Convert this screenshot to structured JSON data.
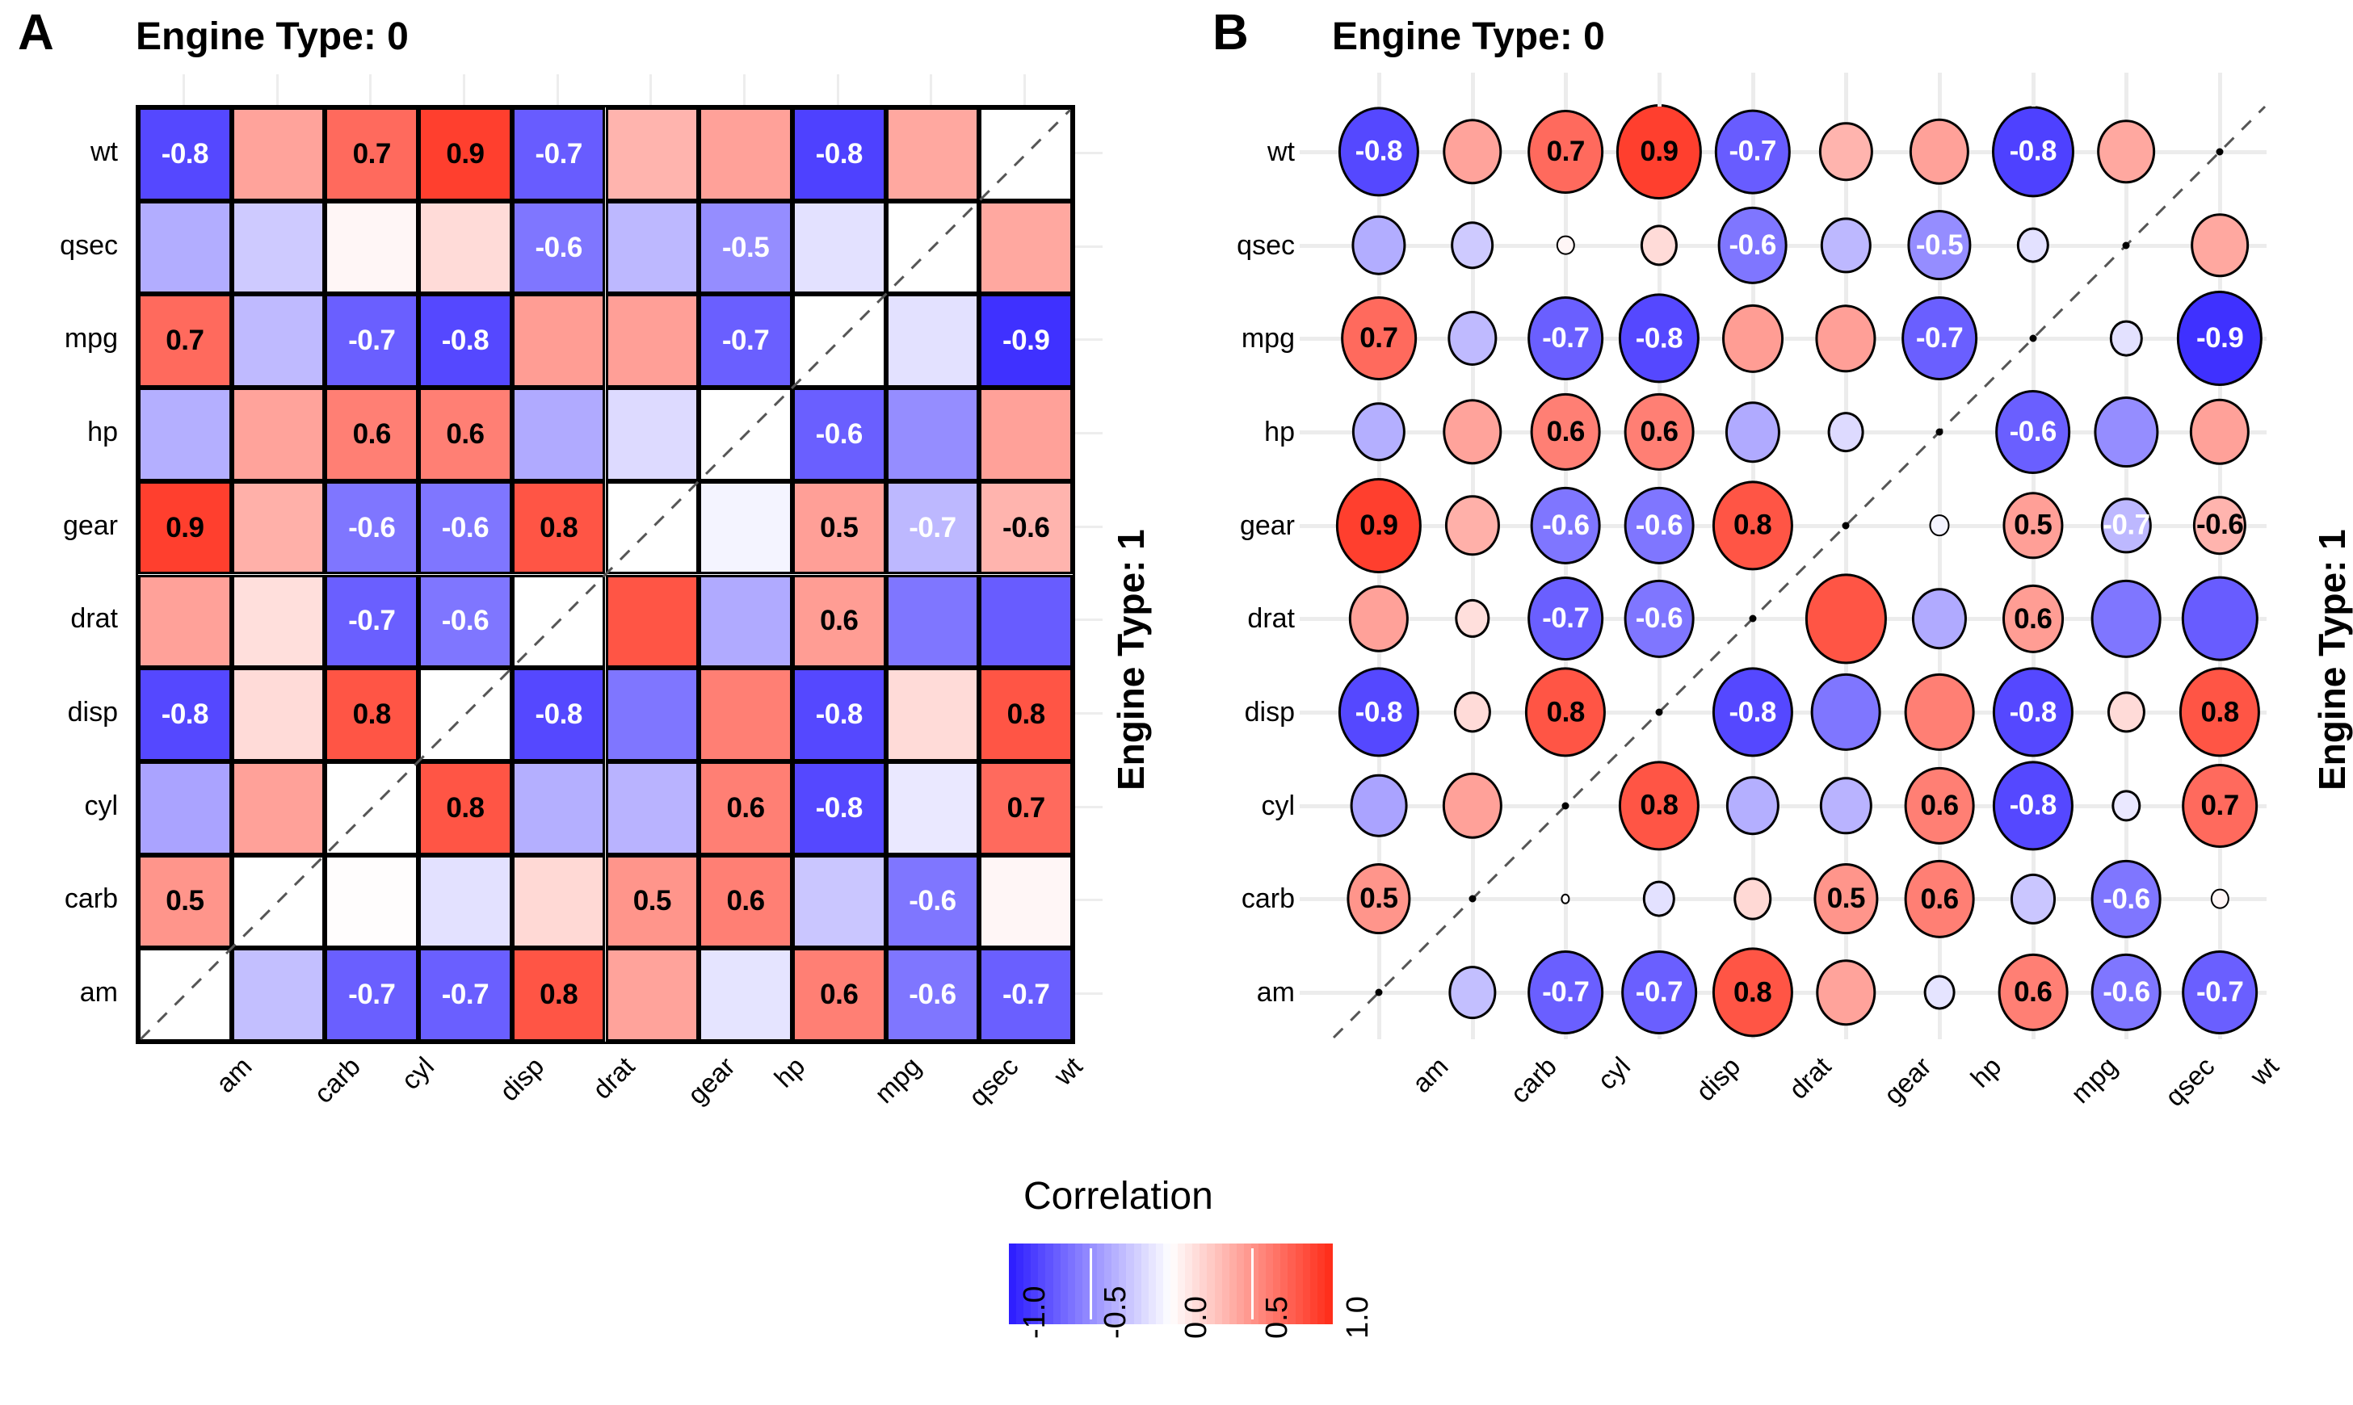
{
  "panels": [
    {
      "tag": "A",
      "facet_top": "Engine Type: 0",
      "facet_right": "Engine Type: 1",
      "type": "heatmap"
    },
    {
      "tag": "B",
      "facet_top": "Engine Type: 0",
      "facet_right": "Engine Type: 1",
      "type": "bubble"
    }
  ],
  "legend": {
    "title": "Correlation",
    "ticks": [
      "-1.0",
      "-0.5",
      "0.0",
      "0.5",
      "1.0"
    ],
    "low_color": "#2a1aff",
    "mid_color": "#ffffff",
    "high_color": "#ff2a17",
    "range": [
      -1.0,
      1.0
    ]
  },
  "colors": {
    "cell_border": "#000000",
    "gridline": "#ececec",
    "diagonal_line": "#555555",
    "label_text": "#000000",
    "positive_text": "#000000",
    "negative_text": "#ffffff"
  },
  "chart_data": {
    "type": "heatmap",
    "title": "Engine Type: 0",
    "subtitle": "Engine Type: 1",
    "xlabel": "",
    "ylabel": "",
    "legend_title": "Correlation",
    "legend_position": "bottom",
    "grid": false,
    "zlim": [
      -1.0,
      1.0
    ],
    "label_threshold": 0.5,
    "x_categories": [
      "am",
      "carb",
      "cyl",
      "disp",
      "drat",
      "gear",
      "hp",
      "mpg",
      "qsec",
      "wt"
    ],
    "y_categories": [
      "wt",
      "qsec",
      "mpg",
      "hp",
      "gear",
      "drat",
      "disp",
      "cyl",
      "carb",
      "am"
    ],
    "matrix": [
      [
        -0.8,
        0.43,
        0.7,
        0.9,
        -0.71,
        0.35,
        0.44,
        -0.83,
        0.41,
        null
      ],
      [
        -0.36,
        -0.23,
        0.04,
        0.17,
        -0.6,
        -0.31,
        -0.5,
        -0.13,
        null,
        0.41
      ],
      [
        0.7,
        -0.3,
        -0.7,
        -0.8,
        0.46,
        0.45,
        -0.7,
        null,
        -0.13,
        -0.9
      ],
      [
        -0.35,
        0.43,
        0.6,
        0.6,
        -0.37,
        -0.16,
        null,
        -0.7,
        -0.5,
        0.44
      ],
      [
        0.9,
        0.37,
        -0.6,
        -0.6,
        0.8,
        null,
        -0.05,
        0.45,
        -0.31,
        0.35
      ],
      [
        0.44,
        0.15,
        -0.7,
        -0.6,
        null,
        0.8,
        -0.37,
        0.46,
        -0.6,
        -0.71
      ],
      [
        -0.8,
        0.17,
        0.8,
        null,
        -0.8,
        -0.6,
        0.6,
        -0.8,
        0.17,
        0.8
      ],
      [
        -0.4,
        0.44,
        null,
        0.8,
        -0.35,
        -0.33,
        0.6,
        -0.8,
        -0.1,
        0.7
      ],
      [
        0.5,
        null,
        0.01,
        -0.13,
        0.18,
        0.5,
        0.6,
        -0.25,
        -0.6,
        0.04
      ],
      [
        null,
        -0.28,
        -0.7,
        -0.7,
        0.8,
        0.43,
        -0.12,
        0.6,
        -0.6,
        -0.7
      ]
    ],
    "labeled_values": [
      [
        "-0.8",
        "",
        "0.7",
        "0.9",
        "-0.7",
        "",
        "",
        "-0.8",
        "",
        ""
      ],
      [
        "",
        "",
        "",
        "",
        "-0.6",
        "",
        "-0.5",
        "",
        "",
        ""
      ],
      [
        "0.7",
        "",
        "-0.7",
        "-0.8",
        "",
        "",
        "-0.7",
        "",
        "",
        "-0.9"
      ],
      [
        "",
        "",
        "0.6",
        "0.6",
        "",
        "",
        "",
        "-0.6",
        "",
        ""
      ],
      [
        "0.9",
        "",
        "-0.6",
        "-0.6",
        "0.8",
        "",
        "",
        "0.5",
        "-0.7",
        "-0.6"
      ],
      [
        "",
        "",
        "-0.7",
        "-0.6",
        "",
        "",
        "",
        "0.6",
        "",
        ""
      ],
      [
        "-0.8",
        "",
        "0.8",
        "",
        "-0.8",
        "",
        "",
        "-0.8",
        "",
        "0.8"
      ],
      [
        "",
        "",
        "",
        "0.8",
        "",
        "",
        "0.6",
        "-0.8",
        "",
        "0.7"
      ],
      [
        "0.5",
        "",
        "",
        "",
        "",
        "0.5",
        "0.6",
        "",
        "-0.6",
        ""
      ],
      [
        "",
        "",
        "-0.7",
        "-0.7",
        "0.8",
        "",
        "",
        "0.6",
        "-0.6",
        "-0.7"
      ]
    ]
  }
}
